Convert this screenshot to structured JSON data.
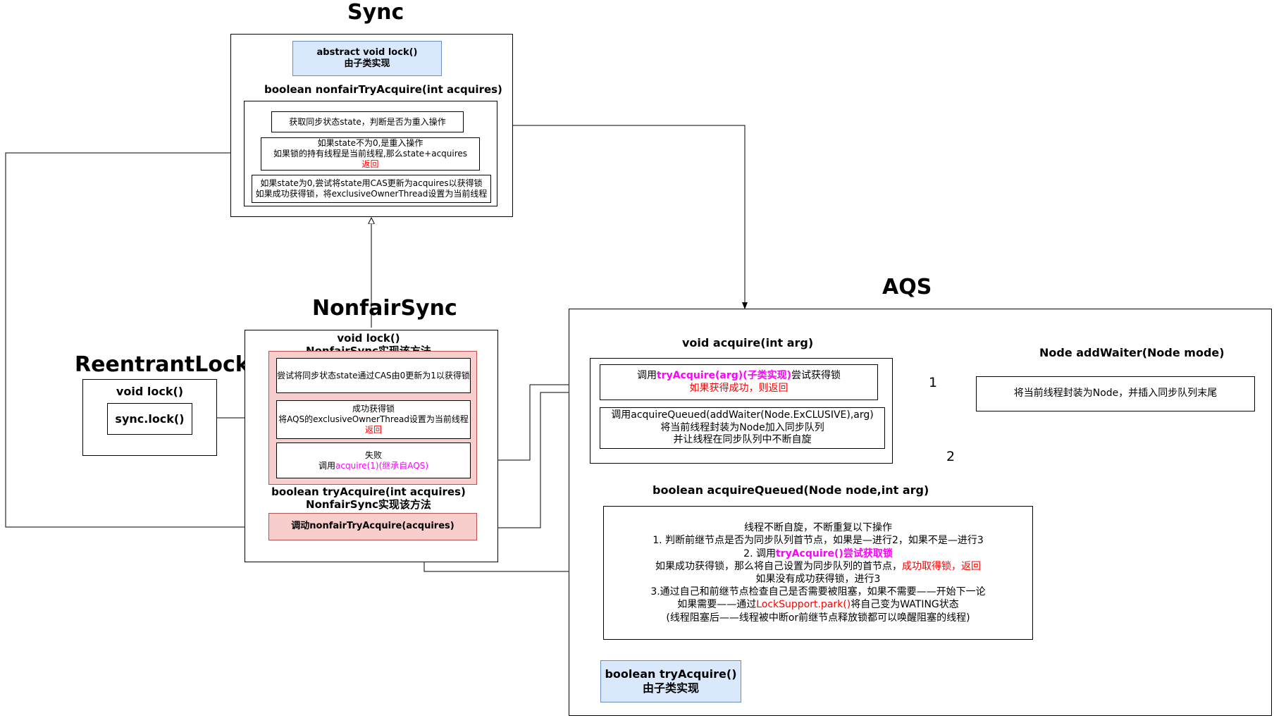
{
  "sync": {
    "title": "Sync",
    "abstract_lock": [
      "abstract void lock()",
      "由子类实现"
    ],
    "nonfair_header": "boolean nonfairTryAcquire(int acquires)",
    "step1": "获取同步状态state，判断是否为重入操作",
    "step2_l1": "如果state不为0,是重入操作",
    "step2_l2": "如果锁的持有线程是当前线程,那么state+acquires",
    "step2_red": "返回",
    "step3_l1": "如果state为0,尝试将state用CAS更新为acquires以获得锁",
    "step3_l2": "如果成功获得锁，将exclusiveOwnerThread设置为当前线程"
  },
  "reentrant": {
    "title": "ReentrantLock",
    "lock_label": "void lock()",
    "sync_lock": "sync.lock()"
  },
  "nonfair": {
    "title": "NonfairSync",
    "lock_header_l1": "void lock()",
    "lock_header_l2": "NonfairSync实现该方法",
    "cas_try": "尝试将同步状态state通过CAS由0更新为1以获得锁",
    "success_l1": "成功获得锁",
    "success_l2": "将AQS的exclusiveOwnerThread设置为当前线程",
    "success_red": "返回",
    "fail_l1": "失败",
    "fail_l2_pre": "调用",
    "fail_l2_mag": "acquire(1)(继承自AQS)",
    "try_header_l1": "boolean tryAcquire(int acquires)",
    "try_header_l2": "NonfairSync实现该方法",
    "call_nonfair": "调动nonfairTryAcquire(acquires)"
  },
  "aqs": {
    "title": "AQS",
    "acquire_header": "void acquire(int arg)",
    "call_try_pre": "调用",
    "call_try_mag": "tryAcquire(arg)(子类实现)",
    "call_try_post": "尝试获得锁",
    "call_try_red": "如果获得成功，则返回",
    "queued_l1": "调用acquireQueued(addWaiter(Node.ExCLUSIVE),arg)",
    "queued_l2": "将当前线程封装为Node加入同步队列",
    "queued_l3": "并让线程在同步队列中不断自旋",
    "edge_1": "1",
    "edge_2": "2",
    "addwaiter_header": "Node addWaiter(Node mode)",
    "addwaiter_body": "将当前线程封装为Node，并插入同步队列末尾",
    "aq_header": "boolean acquireQueued(Node node,int arg)",
    "aq_l1": "线程不断自旋，不断重复以下操作",
    "aq_l2": "1. 判断前继节点是否为同步队列首节点，如果是—进行2，如果不是—进行3",
    "aq_l3_pre": "2. 调用",
    "aq_l3_mag": "tryAcquire()尝试获取锁",
    "aq_l4_pre": "如果成功获得锁，那么将自己设置为同步队列的首节点，",
    "aq_l4_red": "成功取得锁，返回",
    "aq_l5": "如果没有成功获得锁，进行3",
    "aq_l6": "3.通过自己和前继节点检查自己是否需要被阻塞，如果不需要——开始下一论",
    "aq_l7_pre": "如果需要——通过",
    "aq_l7_red": "LockSupport.park()",
    "aq_l7_post": "将自己变为WATING状态",
    "aq_l8": "(线程阻塞后——线程被中断or前继节点释放锁都可以唤醒阻塞的线程)",
    "try_abstract": [
      "boolean tryAcquire()",
      "由子类实现"
    ]
  },
  "colors": {
    "blue_fill": "#dae8fc",
    "blue_stroke": "#6c8ebf",
    "pink_fill": "#f8cecc",
    "pink_stroke": "#b85450",
    "red_text": "#ff0000",
    "magenta_text": "#ff00ff"
  }
}
